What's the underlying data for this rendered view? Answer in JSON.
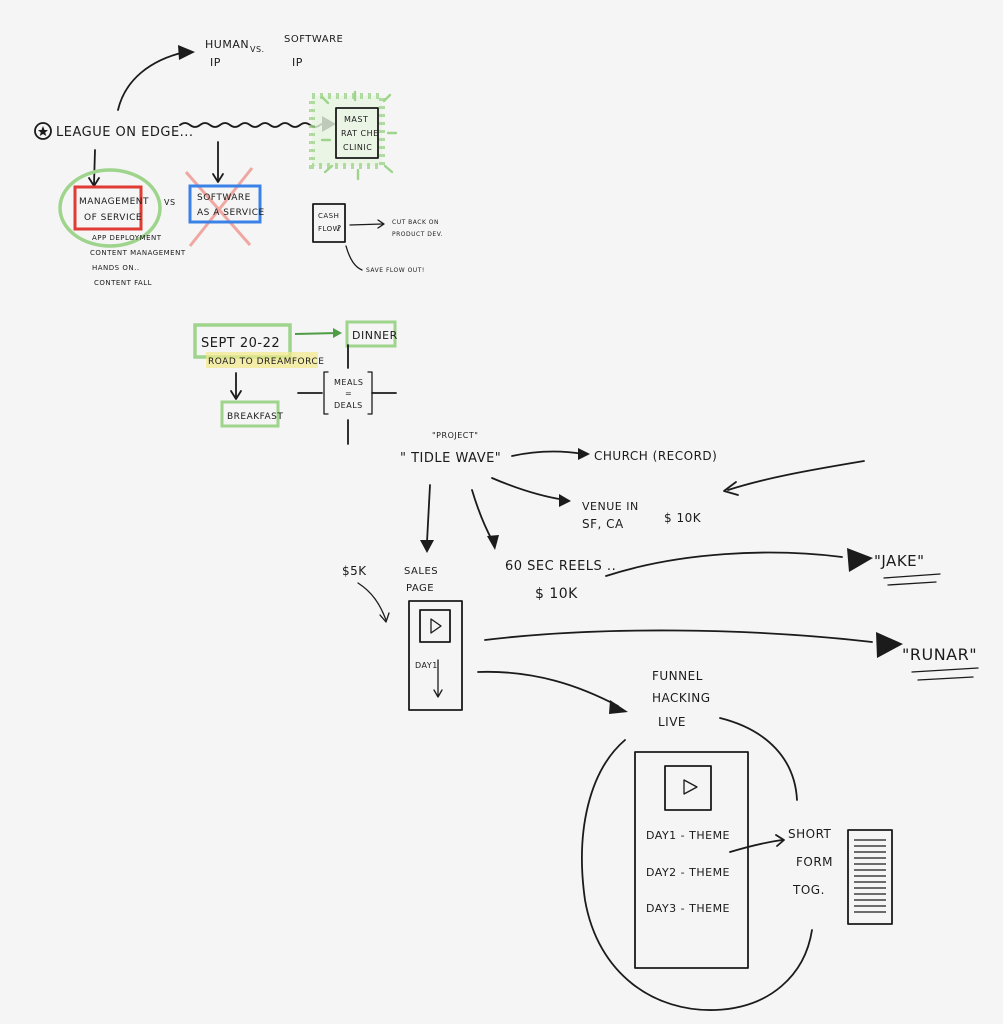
{
  "colors": {
    "background": "#f5f5f5",
    "ink": "#1b1b1b",
    "green": "#9ed48c",
    "red": "#e03b34",
    "blue": "#3b82e8",
    "pink": "#f0a7a1",
    "yellow": "#f3ea8a"
  },
  "top": {
    "human_ip": [
      "HUMAN",
      "IP"
    ],
    "vs": "VS.",
    "software_ip": [
      "SOFTWARE",
      "IP"
    ],
    "league": "LEAGUE ON EDGE...",
    "mastermind": [
      "MAST",
      "RAT CHE",
      "CLINIC"
    ],
    "management": [
      "MANAGEMENT",
      "OF SERVICE"
    ],
    "vs2": "VS",
    "saas": [
      "SOFTWARE",
      "AS A SERVICE"
    ],
    "notes": [
      "APP DEPLOYMENT",
      "CONTENT MANAGEMENT",
      "HANDS ON..",
      "CONTENT FALL"
    ],
    "cash_flow": [
      "CASH",
      "FLOW",
      "?"
    ],
    "cash_note_1": [
      "CUT BACK ON",
      "PRODUCT DEV."
    ],
    "cash_note_2": "SAVE FLOW OUT!"
  },
  "event": {
    "sept": "SEPT 20-22",
    "road": "ROAD TO DREAMFORCE",
    "dinner": "DINNER",
    "meals": [
      "MEALS",
      "=",
      "DEALS"
    ],
    "breakfast": "BREAKFAST"
  },
  "project": {
    "label": "\"PROJECT\"",
    "name": "\" TIDLE WAVE\"",
    "church": "CHURCH (RECORD)",
    "venue": [
      "VENUE IN",
      "SF, CA"
    ],
    "venue_price": "$ 10K",
    "reels": "60 SEC REELS ..",
    "reels_price": "$ 10K",
    "jake": "\"JAKE\"",
    "price_5k": "$5K",
    "sales": [
      "SALES",
      "PAGE"
    ],
    "day1": "DAY1",
    "runar": "\"RUNAR\""
  },
  "funnel": {
    "title": [
      "FUNNEL",
      "HACKING",
      "LIVE"
    ],
    "days": [
      "DAY1 - THEME",
      "DAY2 - THEME",
      "DAY3 - THEME"
    ],
    "short_form": [
      "SHORT",
      "FORM",
      "TOG."
    ]
  }
}
